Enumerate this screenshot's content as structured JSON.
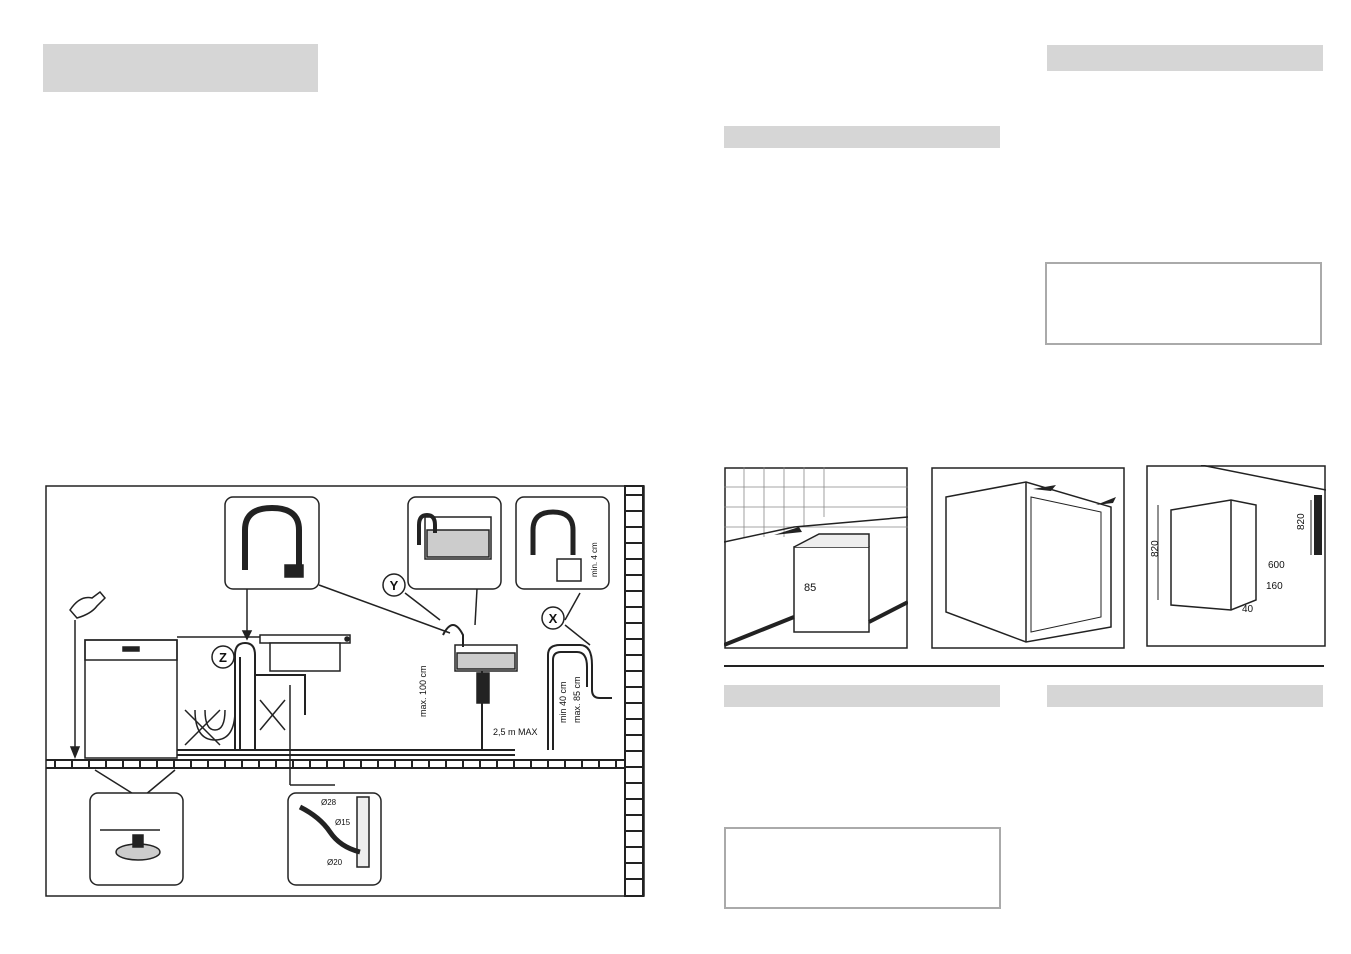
{
  "installation_diagram": {
    "labels": {
      "z": "Z",
      "y": "Y",
      "x": "X",
      "max_100": "max. 100 cm",
      "min_4": "min. 4 cm",
      "max_2_5": "2,5 m MAX",
      "min_40": "min 40 cm",
      "max_85": "max. 85 cm",
      "d28": "Ø28",
      "d15": "Ø15",
      "d20": "Ø20"
    }
  },
  "figures": {
    "counter_height": "85",
    "dim_height": "820",
    "dim_niche_height": "820",
    "dim_width": "600",
    "dim_depth_offset": "160",
    "dim_plinth": "40"
  },
  "colors": {
    "heading_bar": "#d6d6d6",
    "note_box_border": "#aaaaaa",
    "line": "#222222"
  }
}
